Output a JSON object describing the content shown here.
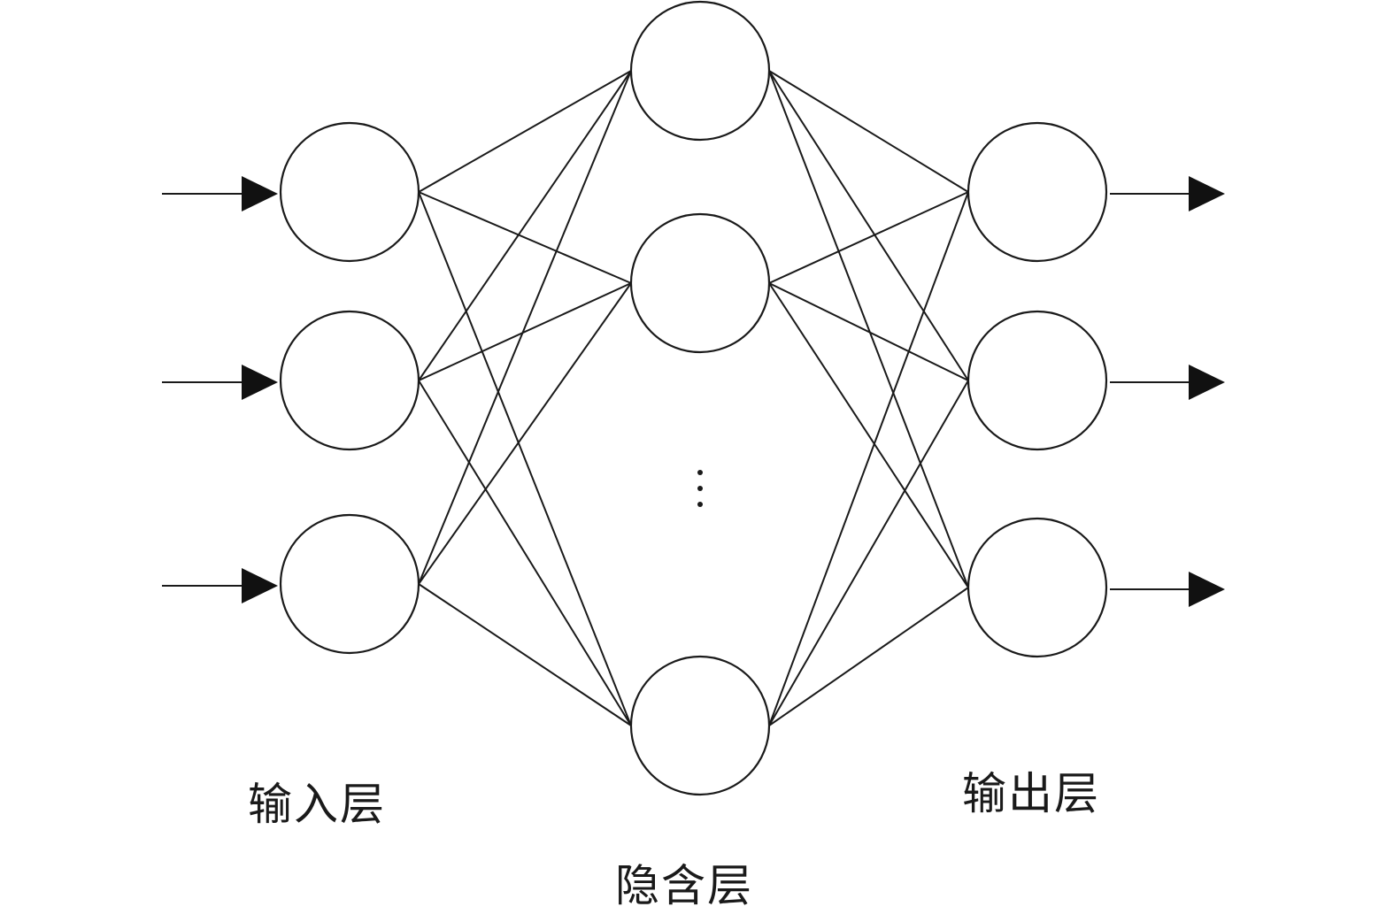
{
  "labels": {
    "input_layer": "输入层",
    "hidden_layer": "隐含层",
    "output_layer": "输出层"
  },
  "network": {
    "input_nodes": 3,
    "hidden_nodes_shown": 3,
    "output_nodes": 3,
    "hidden_ellipsis": true,
    "input_arrows": 3,
    "output_arrows": 3
  },
  "colors": {
    "stroke": "#1a1a1a",
    "background": "#ffffff"
  }
}
